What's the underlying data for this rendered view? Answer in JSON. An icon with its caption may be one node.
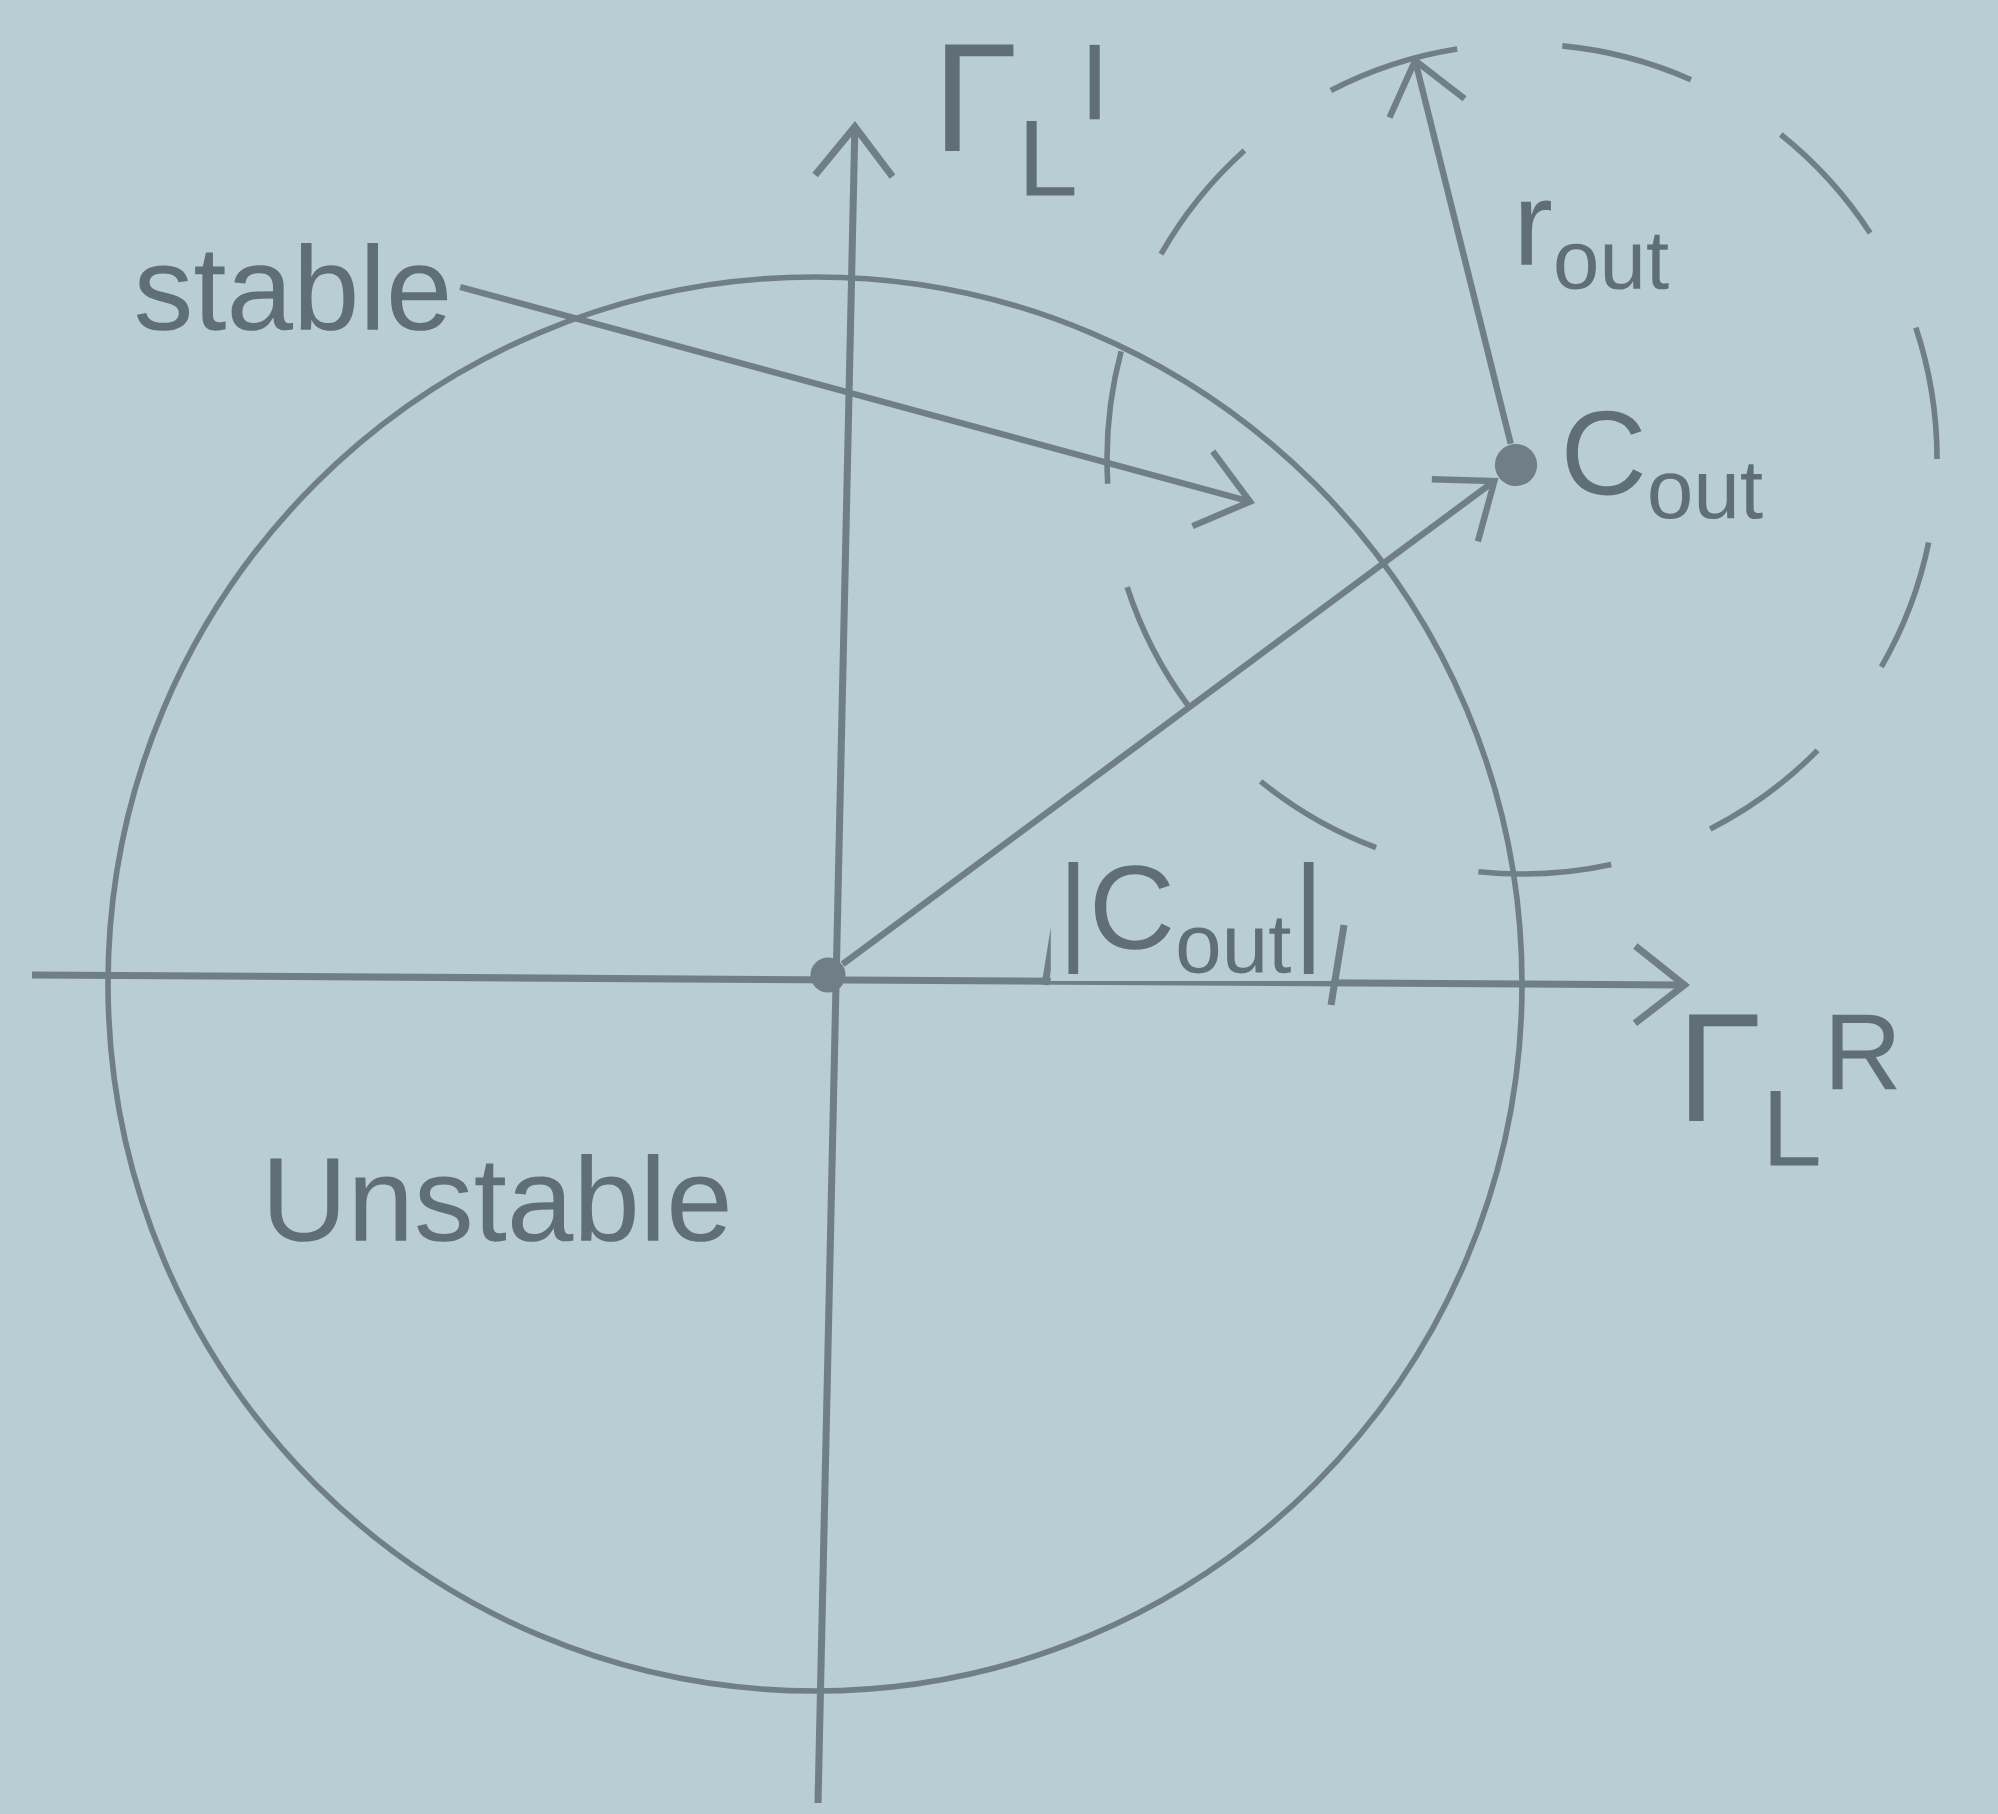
{
  "diagram": {
    "nodes": [
      {
        "text": [
          "stable"
        ]
      },
      {
        "text": [],
        "shape": "circle"
      },
      {
        "text": [],
        "shape": "circle"
      },
      {
        "text": [],
        "shape": "circle",
        "in": 2,
        "beside": [
          "C$_{out}$"
        ]
      }
    ],
    "edges": [
      {
        "from": 0,
        "to": null,
        "arrow": "to"
      },
      {
        "from": 1,
        "to": 3,
        "arrow": "to"
      },
      {
        "from": 3,
        "to": 2,
        "arrow": "to",
        "label": "r$_{out}$"
      }
    ],
    "labels": [
      "Γ$_{L}$$^{I}$",
      "Γ$_{L}$$^{R}$",
      "|C$_{out}$|",
      "Unstable"
    ]
  }
}
